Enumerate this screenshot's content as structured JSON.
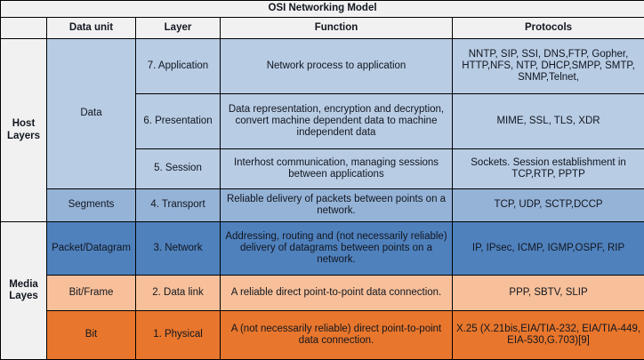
{
  "title": "OSI Networking Model",
  "columns": {
    "group": "",
    "data_unit": "Data unit",
    "layer": "Layer",
    "function": "Function",
    "protocols": "Protocols"
  },
  "groups": {
    "host": "Host Layers",
    "media": "Media Layes"
  },
  "data_units": {
    "data": "Data",
    "segments": "Segments",
    "packet": "Packet/Datagram",
    "bit_frame": "Bit/Frame",
    "bit": "Bit"
  },
  "rows": [
    {
      "layer": "7. Application",
      "function": "Network process to application",
      "protocols": "NNTP, SIP, SSI, DNS,FTP, Gopher, HTTP,NFS, NTP, DHCP,SMPP, SMTP, SNMP,Telnet,",
      "color": "#b8cce4"
    },
    {
      "layer": "6. Presentation",
      "function": "Data representation, encryption and decryption, convert machine dependent data to machine independent data",
      "protocols": "MIME, SSL, TLS, XDR",
      "color": "#b8cce4"
    },
    {
      "layer": "5. Session",
      "function": "Interhost communication, managing sessions between applications",
      "protocols": "Sockets. Session establishment in TCP,RTP, PPTP",
      "color": "#b8cce4"
    },
    {
      "layer": "4. Transport",
      "function": "Reliable delivery of packets between points on a network.",
      "protocols": "TCP, UDP, SCTP,DCCP",
      "color": "#95b3d7"
    },
    {
      "layer": "3. Network",
      "function": "Addressing, routing and (not necessarily reliable) delivery of datagrams between points on a network.",
      "protocols": "IP, IPsec, ICMP, IGMP,OSPF, RIP",
      "color": "#4f81bd"
    },
    {
      "layer": "2. Data link",
      "function": "A reliable direct point-to-point data connection.",
      "protocols": "PPP, SBTV, SLIP",
      "color": "#f8c09a"
    },
    {
      "layer": "1. Physical",
      "function": "A (not necessarily reliable) direct point-to-point data connection.",
      "protocols": "X.25 (X.21bis,EIA/TIA-232, EIA/TIA-449, EIA-530,G.703)[9]",
      "color": "#e8762c"
    }
  ],
  "colors": {
    "header_bg": "#f1f1f1",
    "light_blue": "#b8cce4",
    "mid_blue": "#95b3d7",
    "blue": "#4f81bd",
    "peach": "#f8c09a",
    "orange": "#e8762c",
    "border": "#000000",
    "text": "#12161f"
  }
}
